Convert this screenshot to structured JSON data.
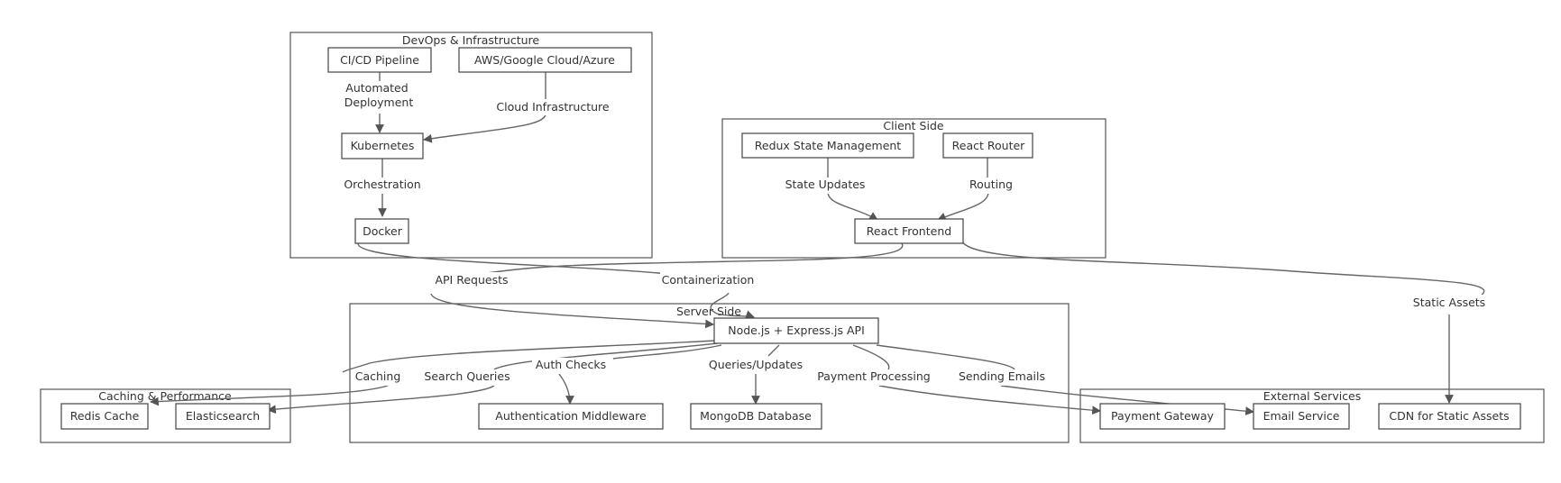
{
  "clusters": {
    "devops": {
      "title": "DevOps & Infrastructure"
    },
    "client": {
      "title": "Client Side"
    },
    "server": {
      "title": "Server Side"
    },
    "caching": {
      "title": "Caching & Performance"
    },
    "external": {
      "title": "External Services"
    }
  },
  "nodes": {
    "cicd": "CI/CD Pipeline",
    "cloud": "AWS/Google Cloud/Azure",
    "kubernetes": "Kubernetes",
    "docker": "Docker",
    "redux": "Redux State Management",
    "router": "React Router",
    "frontend": "React Frontend",
    "api": "Node.js + Express.js API",
    "auth": "Authentication Middleware",
    "mongodb": "MongoDB Database",
    "redis": "Redis Cache",
    "elastic": "Elasticsearch",
    "payment": "Payment Gateway",
    "email": "Email Service",
    "cdn": "CDN for Static Assets"
  },
  "edges": {
    "automated_deployment_1": "Automated",
    "automated_deployment_2": "Deployment",
    "cloud_infrastructure": "Cloud Infrastructure",
    "orchestration": "Orchestration",
    "state_updates": "State Updates",
    "routing": "Routing",
    "api_requests": "API Requests",
    "containerization": "Containerization",
    "static_assets": "Static Assets",
    "caching": "Caching",
    "search_queries": "Search Queries",
    "auth_checks": "Auth Checks",
    "queries_updates": "Queries/Updates",
    "payment_processing": "Payment Processing",
    "sending_emails": "Sending Emails"
  },
  "colors": {
    "stroke": "#444444",
    "edge": "#666666",
    "text": "#333333",
    "background": "#ffffff"
  }
}
